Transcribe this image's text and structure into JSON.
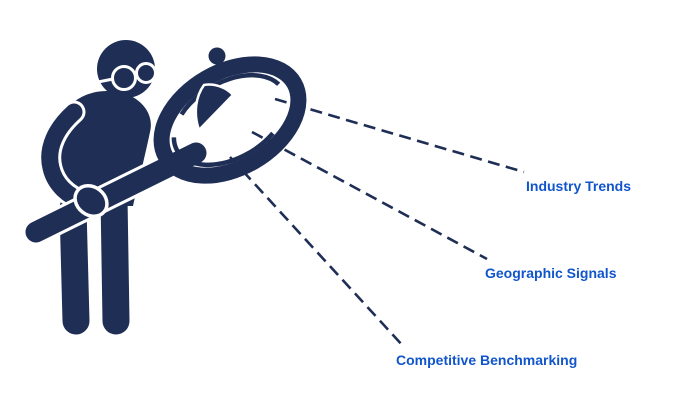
{
  "illustration": {
    "description": "Person wearing glasses leaning on and looking through a large magnifying glass",
    "primary_color": "#1F2E55",
    "background_color": "#FFFFFF"
  },
  "labels": [
    {
      "id": "industry-trends",
      "text": "Industry Trends"
    },
    {
      "id": "geographic-signals",
      "text": "Geographic Signals"
    },
    {
      "id": "competitive-benchmarking",
      "text": "Competitive Benchmarking"
    }
  ],
  "label_color": "#1155CC",
  "connector_style": "dashed"
}
